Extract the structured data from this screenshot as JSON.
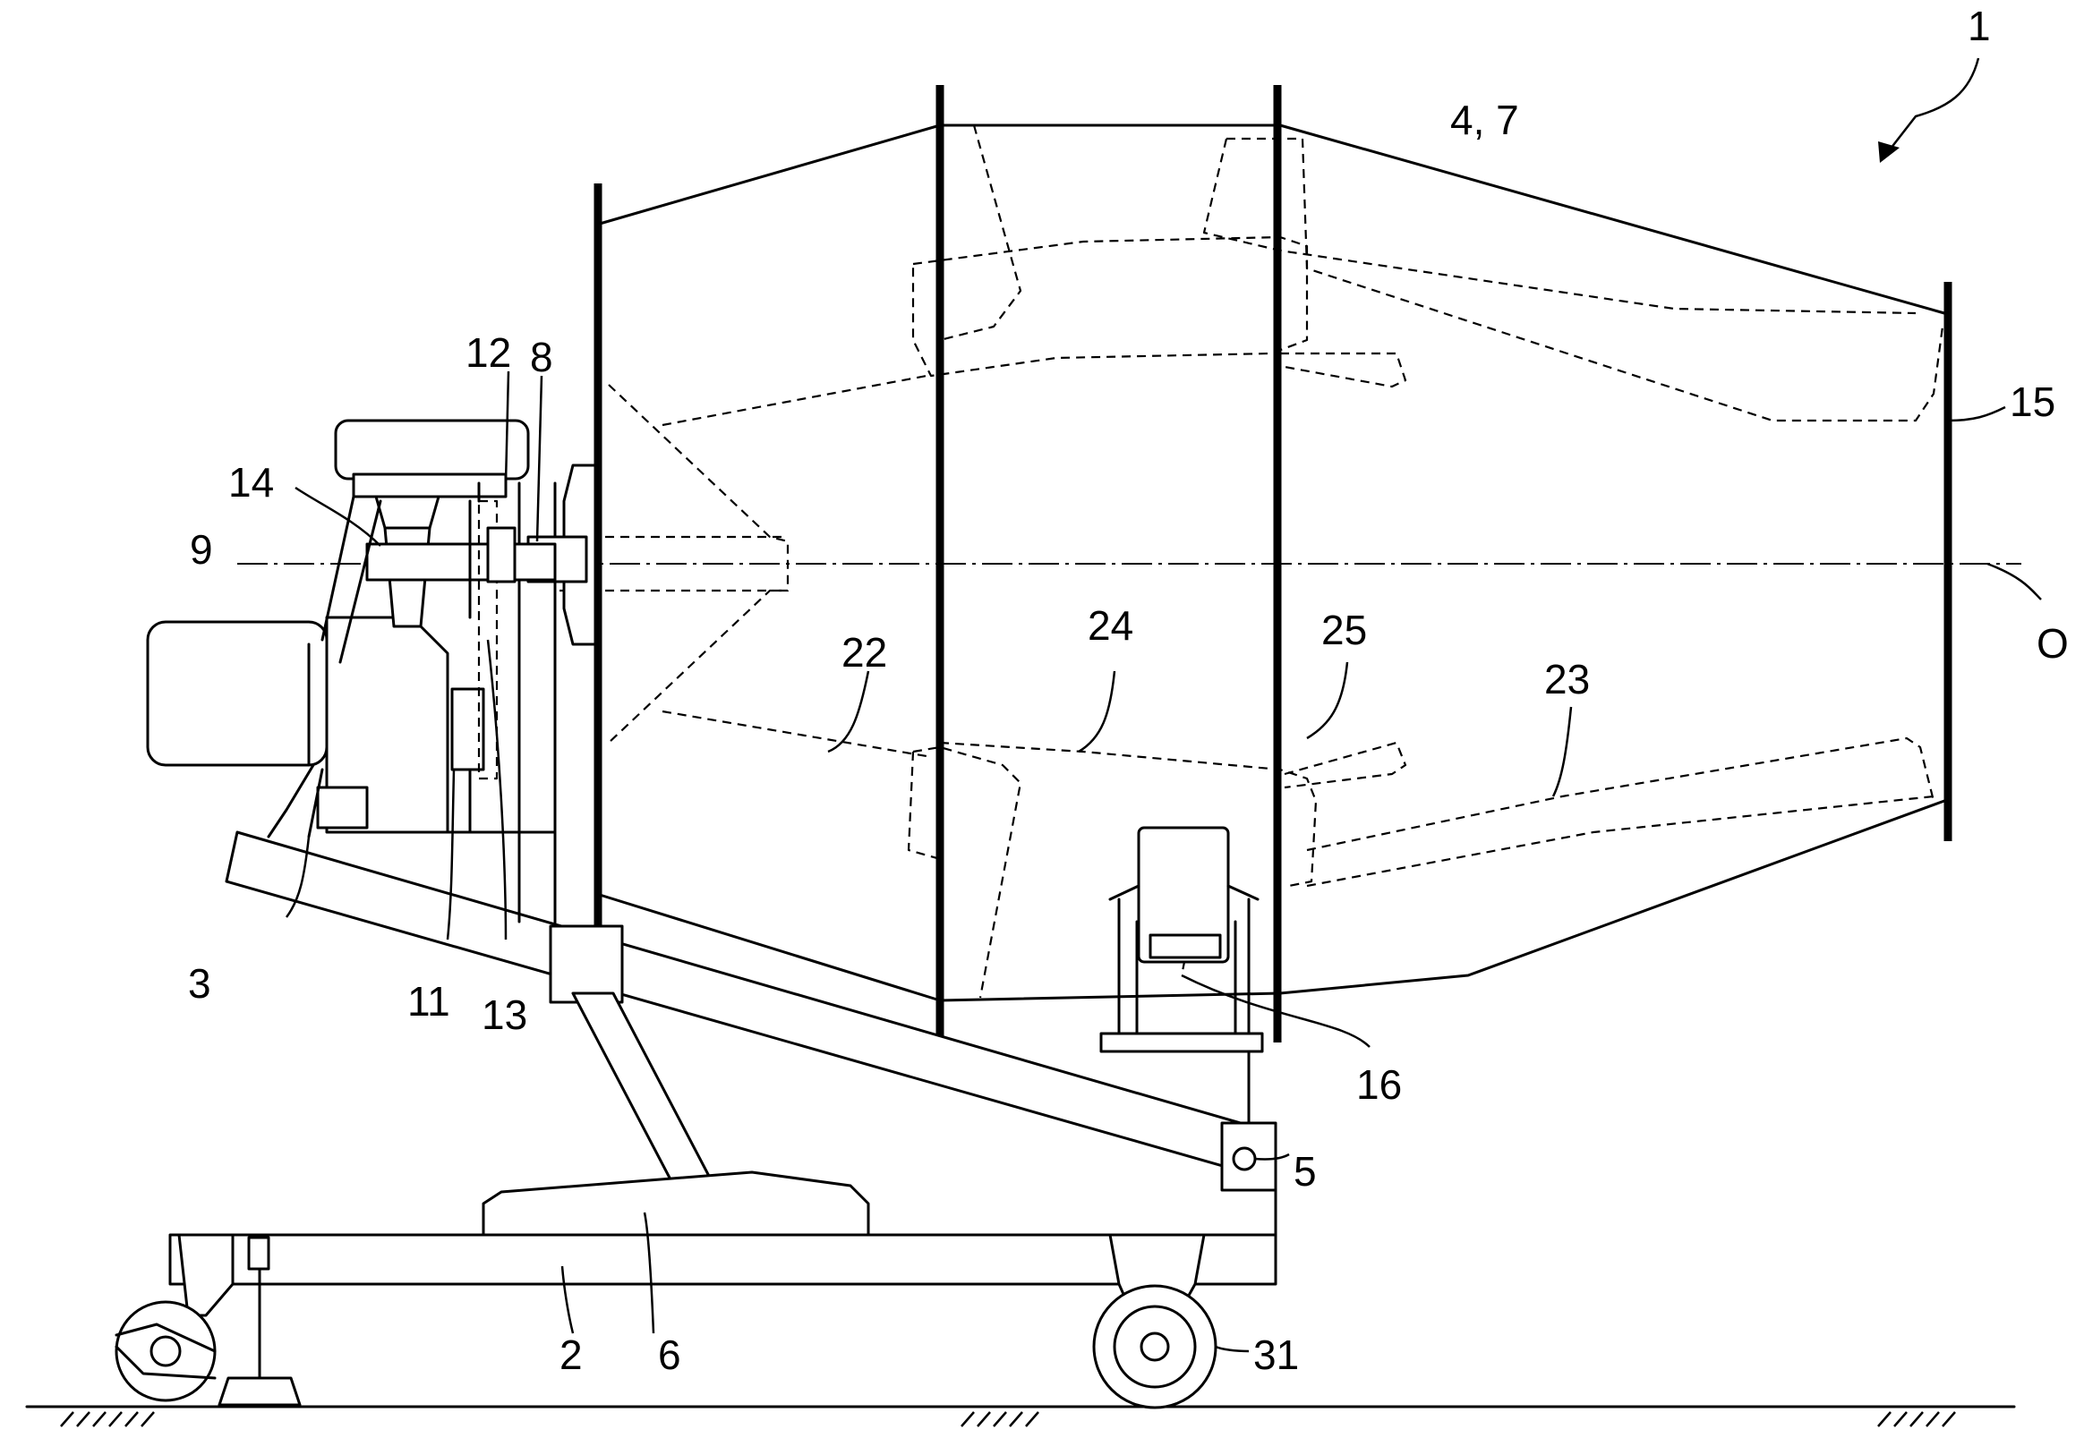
{
  "figure": {
    "labels": [
      {
        "id": "1",
        "text": "1"
      },
      {
        "id": "4-7",
        "text": "4, 7"
      },
      {
        "id": "12",
        "text": "12"
      },
      {
        "id": "8",
        "text": "8"
      },
      {
        "id": "15",
        "text": "15"
      },
      {
        "id": "14",
        "text": "14"
      },
      {
        "id": "9",
        "text": "9"
      },
      {
        "id": "O",
        "text": "O"
      },
      {
        "id": "22",
        "text": "22"
      },
      {
        "id": "24",
        "text": "24"
      },
      {
        "id": "25",
        "text": "25"
      },
      {
        "id": "23",
        "text": "23"
      },
      {
        "id": "3",
        "text": "3"
      },
      {
        "id": "11",
        "text": "11"
      },
      {
        "id": "13",
        "text": "13"
      },
      {
        "id": "16",
        "text": "16"
      },
      {
        "id": "5",
        "text": "5"
      },
      {
        "id": "2",
        "text": "2"
      },
      {
        "id": "6",
        "text": "6"
      },
      {
        "id": "31",
        "text": "31"
      }
    ]
  }
}
